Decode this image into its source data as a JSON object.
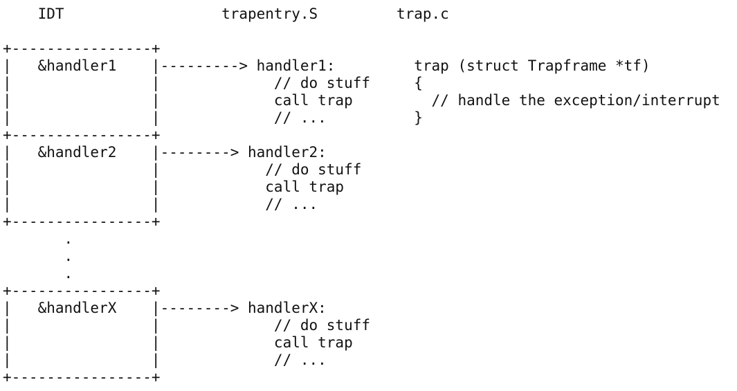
{
  "diagram": {
    "lines": [
      "    IDT                  trapentry.S         trap.c",
      "",
      "+----------------+",
      "|   &handler1    |---------> handler1:         trap (struct Trapframe *tf)",
      "|                |             // do stuff     {",
      "|                |             call trap         // handle the exception/interrupt",
      "|                |             // ...          }",
      "+----------------+",
      "|   &handler2    |--------> handler2:",
      "|                |            // do stuff",
      "|                |            call trap",
      "|                |            // ...",
      "+----------------+",
      "       .",
      "       .",
      "       .",
      "+----------------+",
      "|   &handlerX    |--------> handlerX:",
      "|                |             // do stuff",
      "|                |             call trap",
      "|                |             // ...",
      "+----------------+"
    ]
  }
}
